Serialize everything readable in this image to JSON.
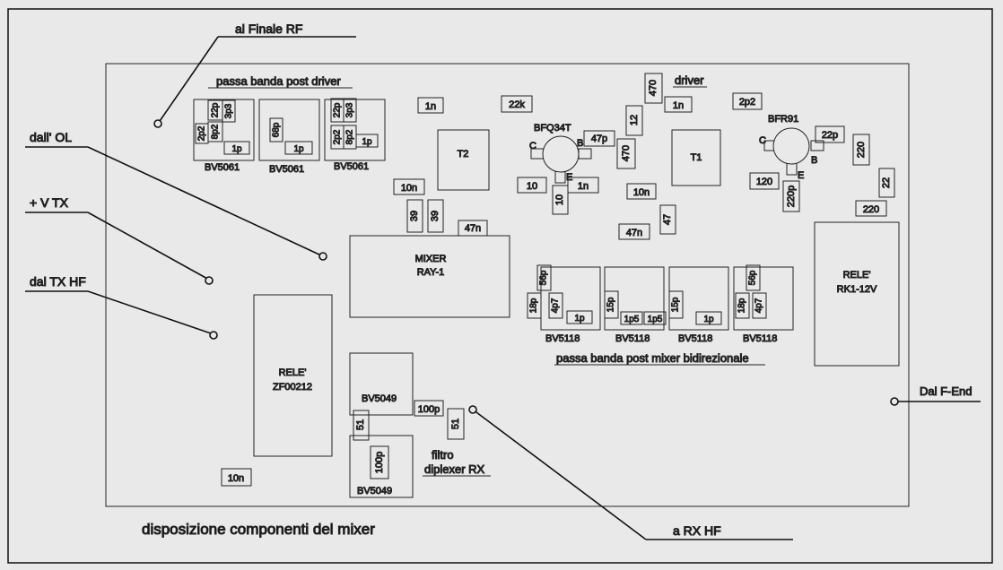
{
  "title": "disposizione componenti del mixer",
  "connections": {
    "al_finale_rf": "al Finale RF",
    "dall_ol": "dall' OL",
    "v_tx": "+ V TX",
    "dal_tx_hf": "dal TX HF",
    "dal_f_end": "Dal F-End",
    "a_rx_hf": "a RX HF"
  },
  "sections": {
    "post_driver": "passa banda post driver",
    "driver": "driver",
    "post_mixer": "passa banda post mixer bidirezionale",
    "filtro": "filtro",
    "diplexer": "diplexer RX"
  },
  "modules": {
    "bv5061": "BV5061",
    "bv5118": "BV5118",
    "bv5049": "BV5049",
    "mixer": "MIXER",
    "ray1": "RAY-1",
    "rele": "RELE'",
    "zf00212": "ZF00212",
    "rk1": "RK1-12V",
    "t1": "T1",
    "t2": "T2",
    "bfq34t": "BFQ34T",
    "bfr91": "BFR91",
    "pin_c": "C",
    "pin_b": "B",
    "pin_e": "E"
  },
  "components": {
    "v22p": "22p",
    "v3p3": "3p3",
    "v2p2": "2p2",
    "v8p2": "8p2",
    "v1p": "1p",
    "v68p": "68p",
    "v1n": "1n",
    "v22k": "22k",
    "v470": "470",
    "v12": "12",
    "v47p": "47p",
    "v10": "10",
    "v10n": "10n",
    "v39": "39",
    "v47n": "47n",
    "v47": "47",
    "v120": "120",
    "v220p": "220p",
    "v220": "220",
    "v22": "22",
    "v56p": "56p",
    "v18p": "18p",
    "v4p7": "4p7",
    "v15p": "15p",
    "v1p5": "1p5",
    "v100p": "100p",
    "v51": "51"
  }
}
